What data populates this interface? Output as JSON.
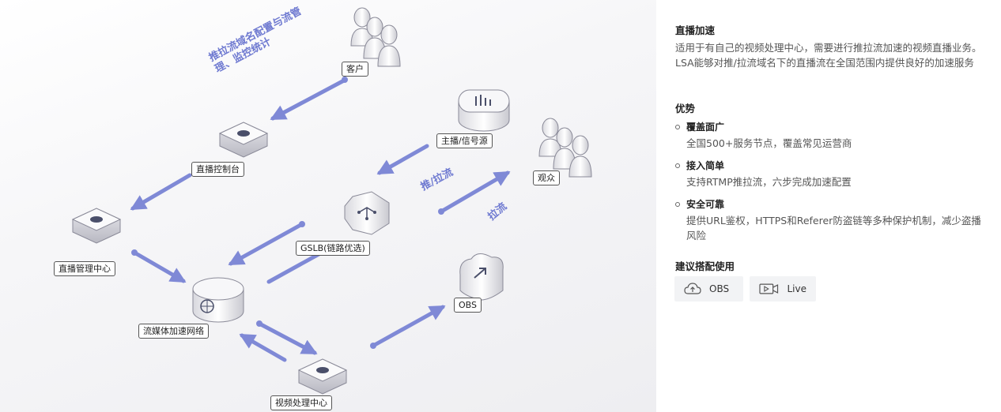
{
  "diagram": {
    "nodes": {
      "customer": "客户",
      "live_control": "直播控制台",
      "live_mgmt": "直播管理中心",
      "streaming_network": "流媒体加速网络",
      "video_processing": "视频处理中心",
      "gslb": "GSLB(链路优选)",
      "anchor_source": "主播/信号源",
      "audience": "观众",
      "obs": "OBS"
    },
    "flows": {
      "domain_config": "推拉流域名配置与流管理、监控统计",
      "push_pull": "推/拉流",
      "pull": "拉流"
    },
    "colors": {
      "arrow": "#7f89d6",
      "label_border": "#555555"
    }
  },
  "panel": {
    "title": "直播加速",
    "description": "适用于有自己的视频处理中心，需要进行推拉流加速的视频直播业务。 LSA能够对推/拉流域名下的直播流在全国范围内提供良好的加速服务",
    "advantages_title": "优势",
    "advantages": [
      {
        "title": "覆盖面广",
        "desc": "全国500+服务节点，覆盖常见运营商"
      },
      {
        "title": "接入简单",
        "desc": "支持RTMP推拉流，六步完成加速配置"
      },
      {
        "title": "安全可靠",
        "desc": "提供URL鉴权，HTTPS和Referer防盗链等多种保护机制，减少盗播风险"
      }
    ],
    "recommend_title": "建议搭配使用",
    "recommend": [
      {
        "label": "OBS",
        "icon": "cloud-upload-icon"
      },
      {
        "label": "Live",
        "icon": "video-camera-icon"
      }
    ]
  }
}
